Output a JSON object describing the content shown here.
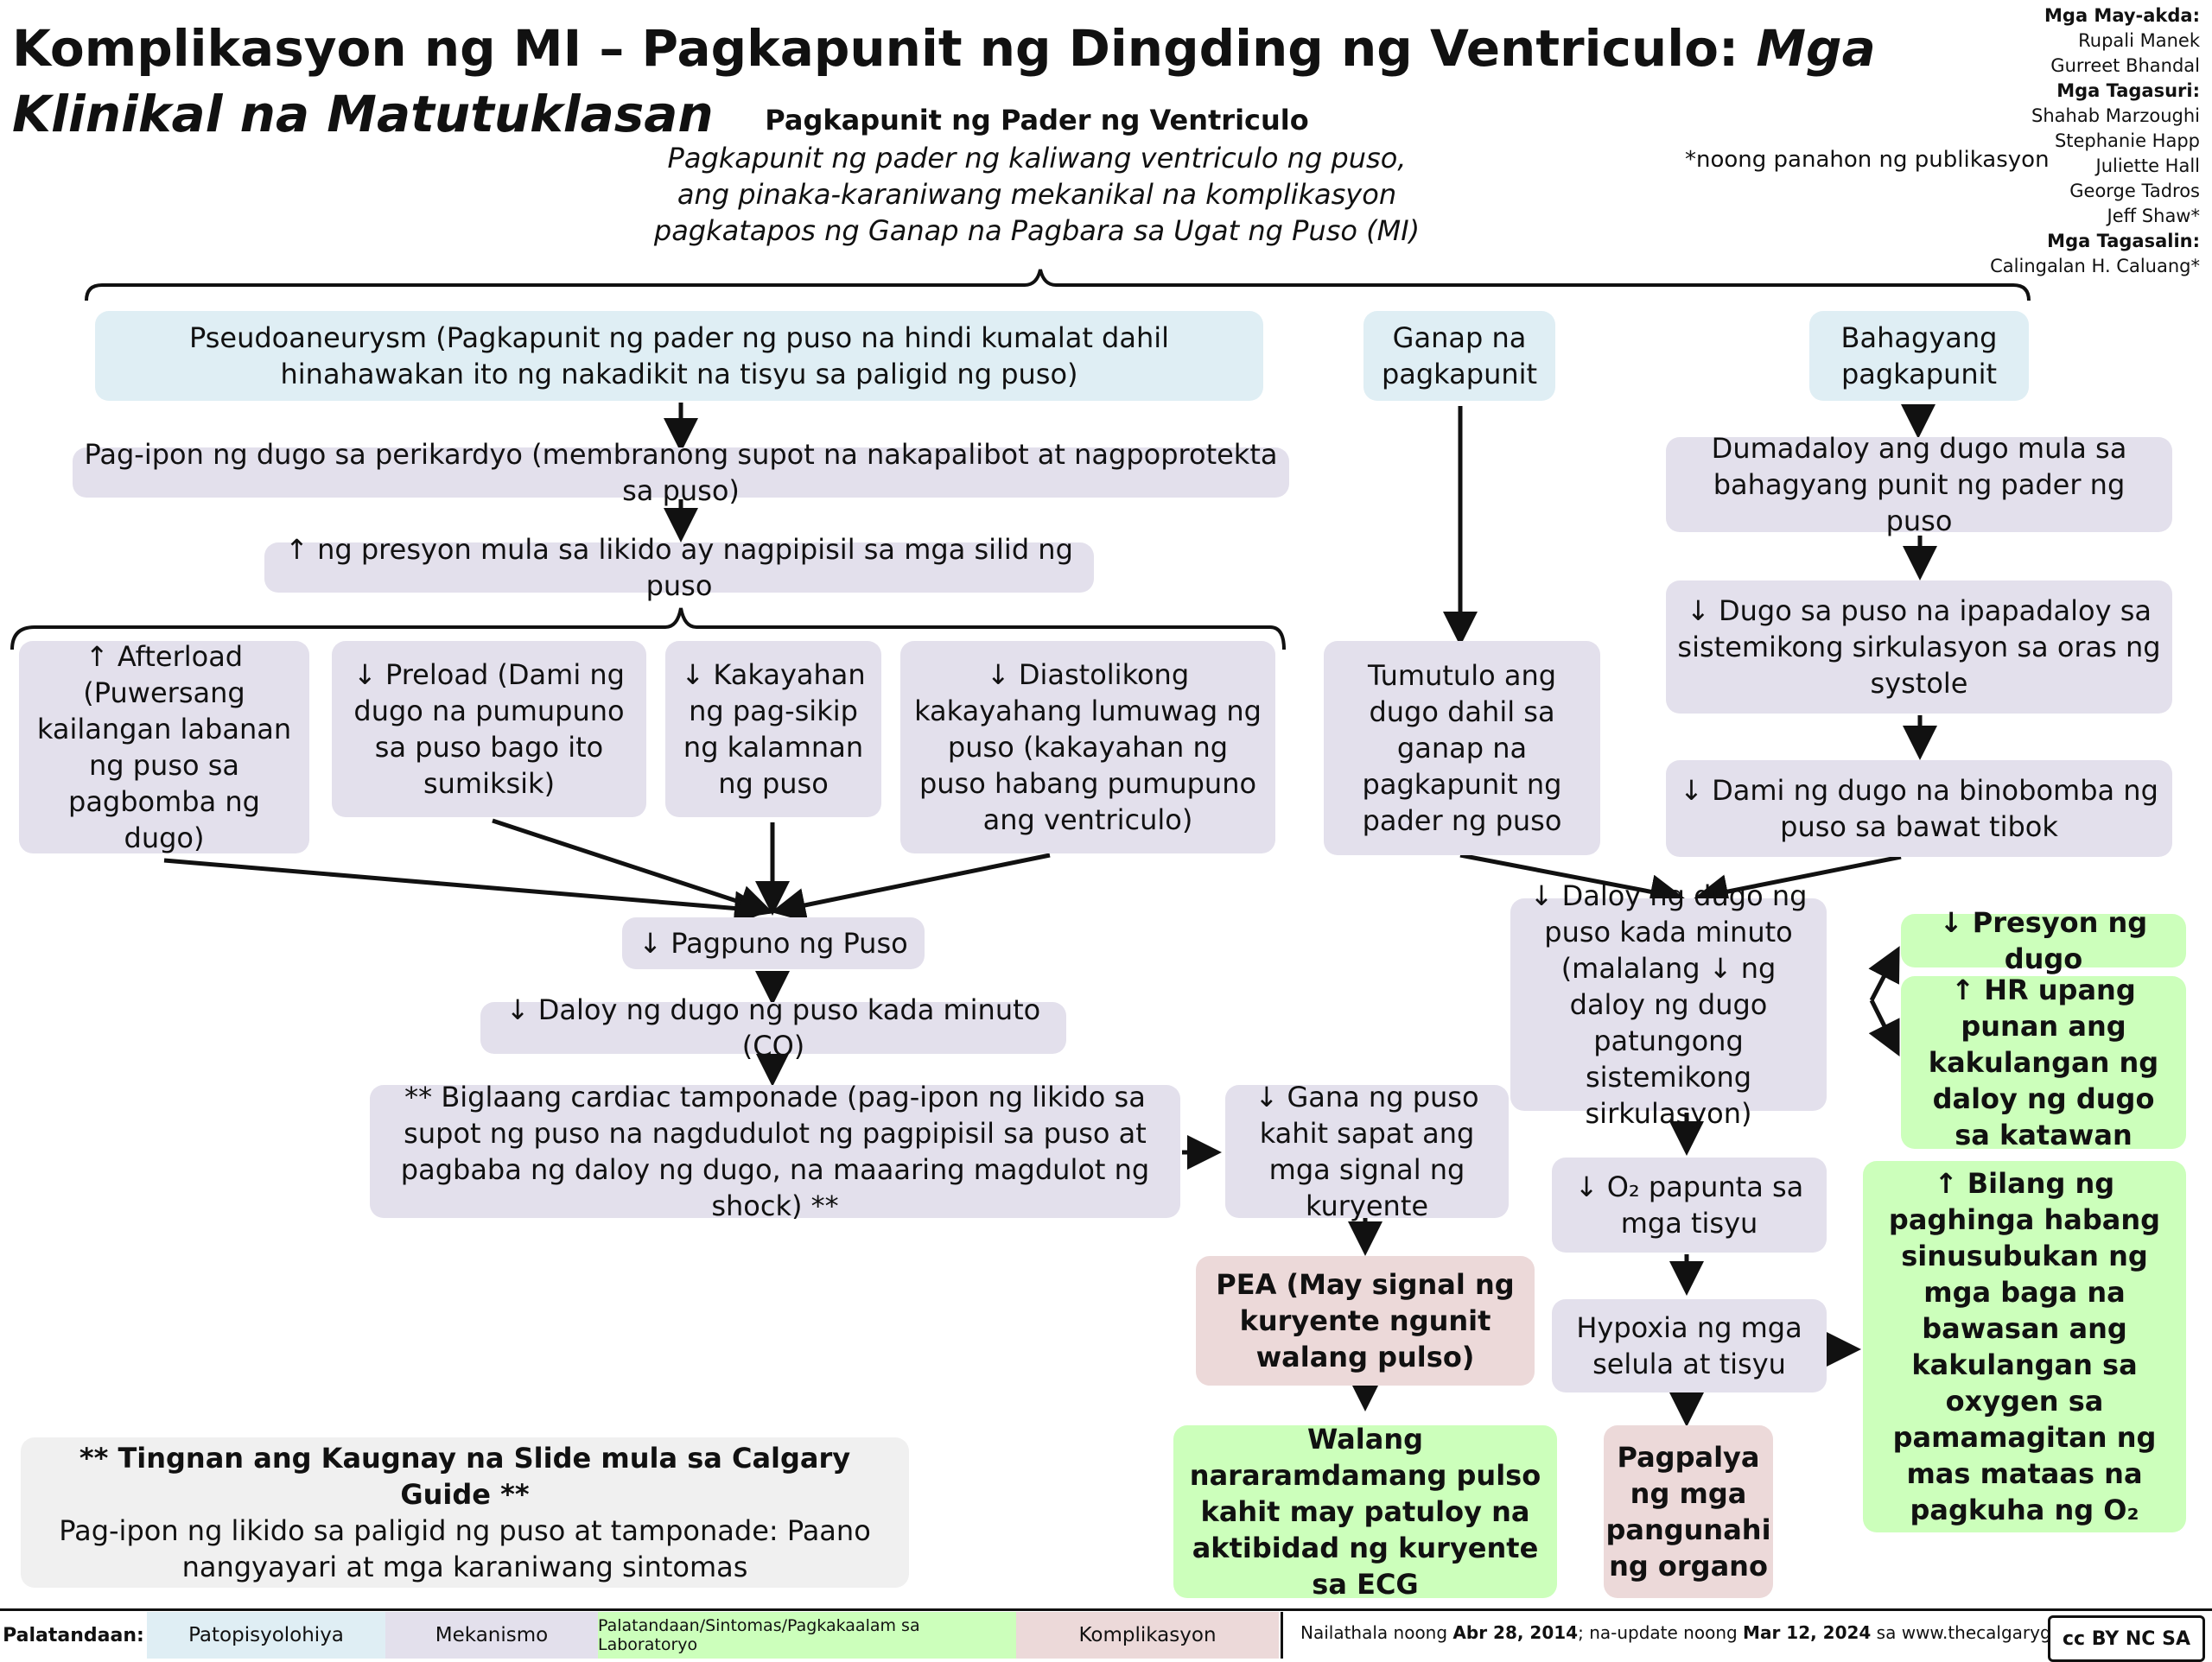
{
  "header": {
    "title_main": "Komplikasyon ng MI – Pagkapunit ng Dingding ng Ventriculo: ",
    "title_italic": "Mga Klinikal na Matutuklasan",
    "subtitle": "Pagkapunit ng Pader ng Ventriculo",
    "subtitle_desc": "Pagkapunit ng pader ng kaliwang ventriculo ng puso, ang pinaka-karaniwang mekanikal na komplikasyon pagkatapos ng Ganap na Pagbara sa Ugat ng Puso (MI)",
    "pub_note": "*noong panahon ng publikasyon"
  },
  "authors": {
    "authors_label": "Mga May-akda:",
    "authors": [
      "Rupali Manek",
      "Gurreet Bhandal"
    ],
    "reviewers_label": "Mga Tagasuri:",
    "reviewers": [
      "Shahab Marzoughi",
      "Stephanie Happ",
      "Juliette Hall",
      "George Tadros",
      "Jeff Shaw*"
    ],
    "translators_label": "Mga Tagasalin:",
    "translators": [
      "Calingalan H. Caluang*"
    ]
  },
  "nodes": {
    "pseudo": "Pseudoaneurysm (Pagkapunit ng pader ng puso na hindi kumalat dahil hinahawakan ito ng nakadikit na tisyu sa paligid ng puso)",
    "ganap": "Ganap na pagkapunit",
    "bahagyang": "Bahagyang pagkapunit",
    "pericardyo": "Pag-ipon ng dugo sa perikardyo (membranong supot na nakapalibot at nagpoprotekta sa puso)",
    "presyon": "↑ ng presyon mula sa likido ay nagpipisil sa mga silid ng puso",
    "afterload": "↑ Afterload (Puwersang kailangan labanan ng puso sa pagbomba ng dugo)",
    "preload": "↓ Preload (Dami ng dugo na pumupuno sa puso bago ito sumiksik)",
    "kakayahan": "↓ Kakayahan ng pag-sikip ng kalamnan ng puso",
    "diastol": "↓ Diastolikong kakayahang lumuwag ng puso (kakayahan ng puso habang pumupuno ang ventriculo)",
    "pagpuno": "↓ Pagpuno ng Puso",
    "co": "↓ Daloy ng dugo ng puso kada minuto (CO)",
    "tamponade": "** Biglaang cardiac tamponade (pag-ipon ng likido sa supot ng puso na nagdudulot ng pagpipisil sa puso at pagbaba ng daloy ng dugo, na maaaring magdulot ng shock) **",
    "gana": "↓ Gana ng puso kahit sapat ang mga signal ng kuryente",
    "pea": "PEA (May signal ng kuryente ngunit walang pulso)",
    "walang": "Walang nararamdamang pulso kahit may patuloy na aktibidad ng kuryente sa ECG",
    "tumutulo": "Tumutulo ang dugo dahil sa ganap na pagkapunit ng pader ng puso",
    "dumadaloy": "Dumadaloy ang dugo mula sa bahagyang punit ng pader ng puso",
    "dugo_sys": "↓ Dugo sa puso na ipapadaloy sa sistemikong sirkulasyon sa oras ng systole",
    "dami": "↓ Dami ng dugo na binobomba ng puso sa bawat tibok",
    "daloy_min": "↓ Daloy ng dugo ng puso kada minuto (malalang ↓ ng daloy ng dugo patungong sistemikong sirkulasyon)",
    "presyon_dugo": "↓ Presyon ng dugo",
    "hr": "↑ HR upang punan ang kakulangan ng daloy ng dugo sa katawan",
    "o2": "↓ O₂ papunta sa mga tisyu",
    "hypoxia": "Hypoxia ng mga selula at tisyu",
    "pagpalya": "Pagpalya ng mga pangunahi ng organo",
    "bilang": "↑ Bilang ng paghinga habang sinusubukan ng mga baga na bawasan ang kakulangan sa oxygen sa pamamagitan ng mas mataas na pagkuha ng O₂"
  },
  "note": {
    "title": "** Tingnan ang Kaugnay na Slide mula sa Calgary Guide **",
    "body": "Pag-ipon ng likido sa paligid ng puso at tamponade: Paano nangyayari at mga karaniwang sintomas"
  },
  "legend": {
    "label": "Palatandaan:",
    "items": [
      "Patopisyolohiya",
      "Mekanismo",
      "Palatandaan/Sintomas/Pagkakaalam sa Laboratoryo",
      "Komplikasyon"
    ]
  },
  "footer": {
    "published_prefix": "Nailathala noong ",
    "published_date": "Abr 28, 2014",
    "updated_prefix": "; na-update noong ",
    "updated_date": "Mar 12, 2024",
    "site_prefix": " sa ",
    "site": "www.thecalgaryguide.com",
    "license": "cc BY NC SA"
  },
  "colors": {
    "pathophysiology": "#dfeef4",
    "mechanism": "#e3e0ec",
    "sign": "#ccffbb",
    "complication": "#ecd9d9"
  }
}
